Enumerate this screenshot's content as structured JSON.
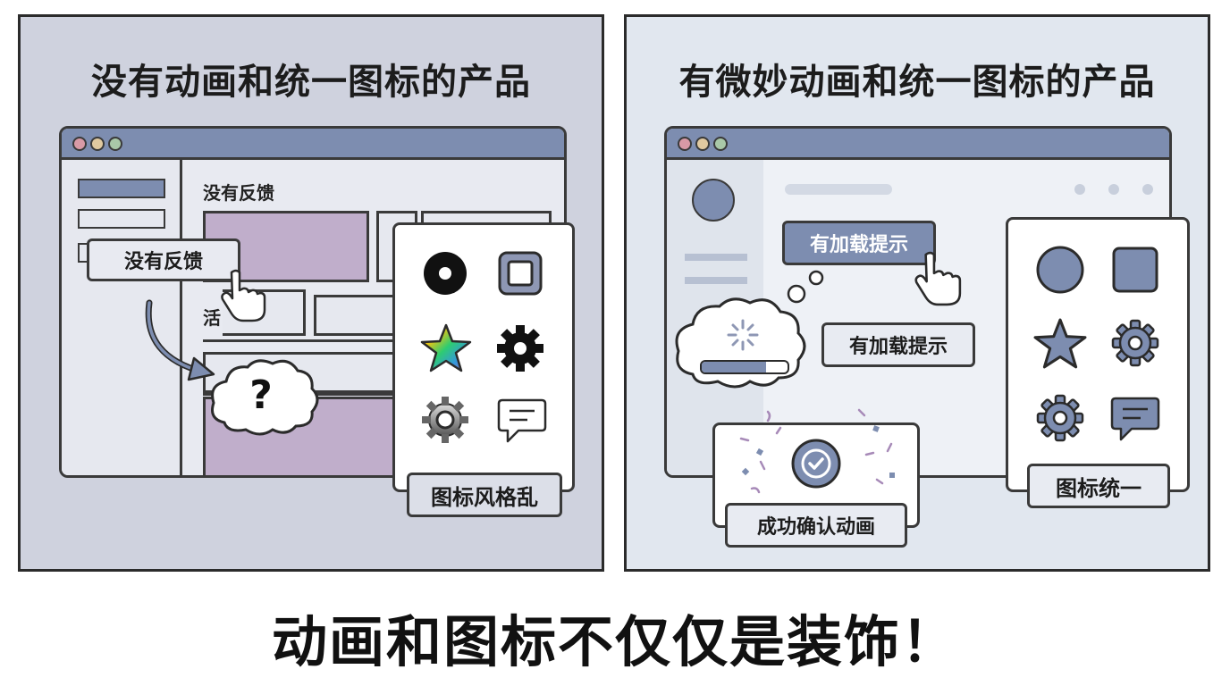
{
  "left_panel": {
    "title": "没有动画和统一图标的产品",
    "content_heading": "没有反馈",
    "feedback_label": "没有反馈",
    "obscured_text": "活",
    "question_mark": "?",
    "icon_caption": "图标风格乱"
  },
  "right_panel": {
    "title": "有微妙动画和统一图标的产品",
    "loading_button": "有加载提示",
    "loading_label": "有加载提示",
    "success_caption": "成功确认动画",
    "icon_caption": "图标统一"
  },
  "bottom_caption": "动画和图标不仅仅是装饰！",
  "colors": {
    "left_bg": "#cfd2de",
    "right_bg": "#e1e7ef",
    "accent_slate": "#7d8db0",
    "purple_block": "#c0aecb"
  },
  "icons": {
    "left": [
      "disc-icon",
      "square-icon",
      "rainbow-star-icon",
      "solid-gear-icon",
      "gradient-gear-icon",
      "chat-bubble-icon"
    ],
    "right": [
      "circle-icon",
      "square-icon",
      "star-icon",
      "gear-icon",
      "gear-icon",
      "chat-bubble-icon"
    ]
  }
}
